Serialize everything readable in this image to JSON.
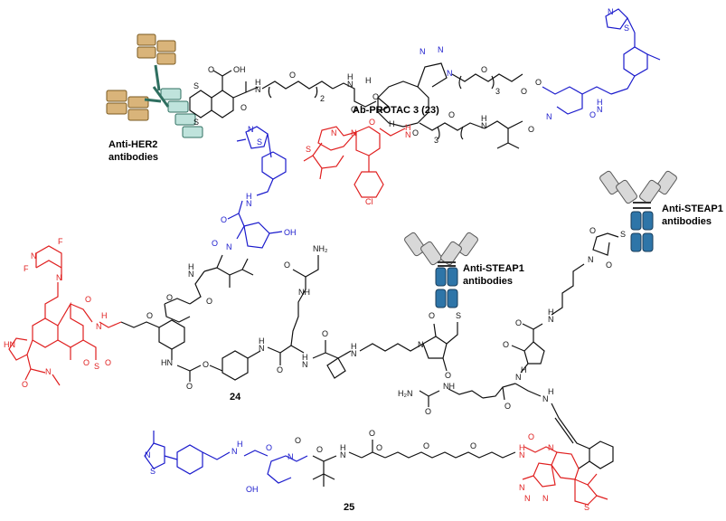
{
  "colors": {
    "warhead": "#e02020",
    "e3_ligand": "#1a1acc",
    "linker": "#111111",
    "her2_antibody_fill": "#d9b47a",
    "her2_antibody_linker": "#bfe3dc",
    "steap1_antibody_dark": "#2e75a8",
    "steap1_antibody_light": "#d8d8d8"
  },
  "labels": {
    "ab_protac_3": "Ab-PROTAC 3 (23)",
    "anti_her2_line1": "Anti-HER2",
    "anti_her2_line2": "antibodies",
    "anti_steap1_mid_line1": "Anti-STEAP1",
    "anti_steap1_mid_line2": "antibodies",
    "anti_steap1_right_line1": "Anti-STEAP1",
    "anti_steap1_right_line2": "antibodies",
    "compound_24": "24",
    "compound_25": "25"
  },
  "atoms": {
    "oh": "OH",
    "o": "O",
    "n": "N",
    "s": "S",
    "h": "H",
    "hn": "HN",
    "nh": "NH",
    "nh2": "NH₂",
    "h2n": "H₂N",
    "f": "F",
    "cl": "Cl",
    "sub2": "2",
    "sub3": "3"
  }
}
